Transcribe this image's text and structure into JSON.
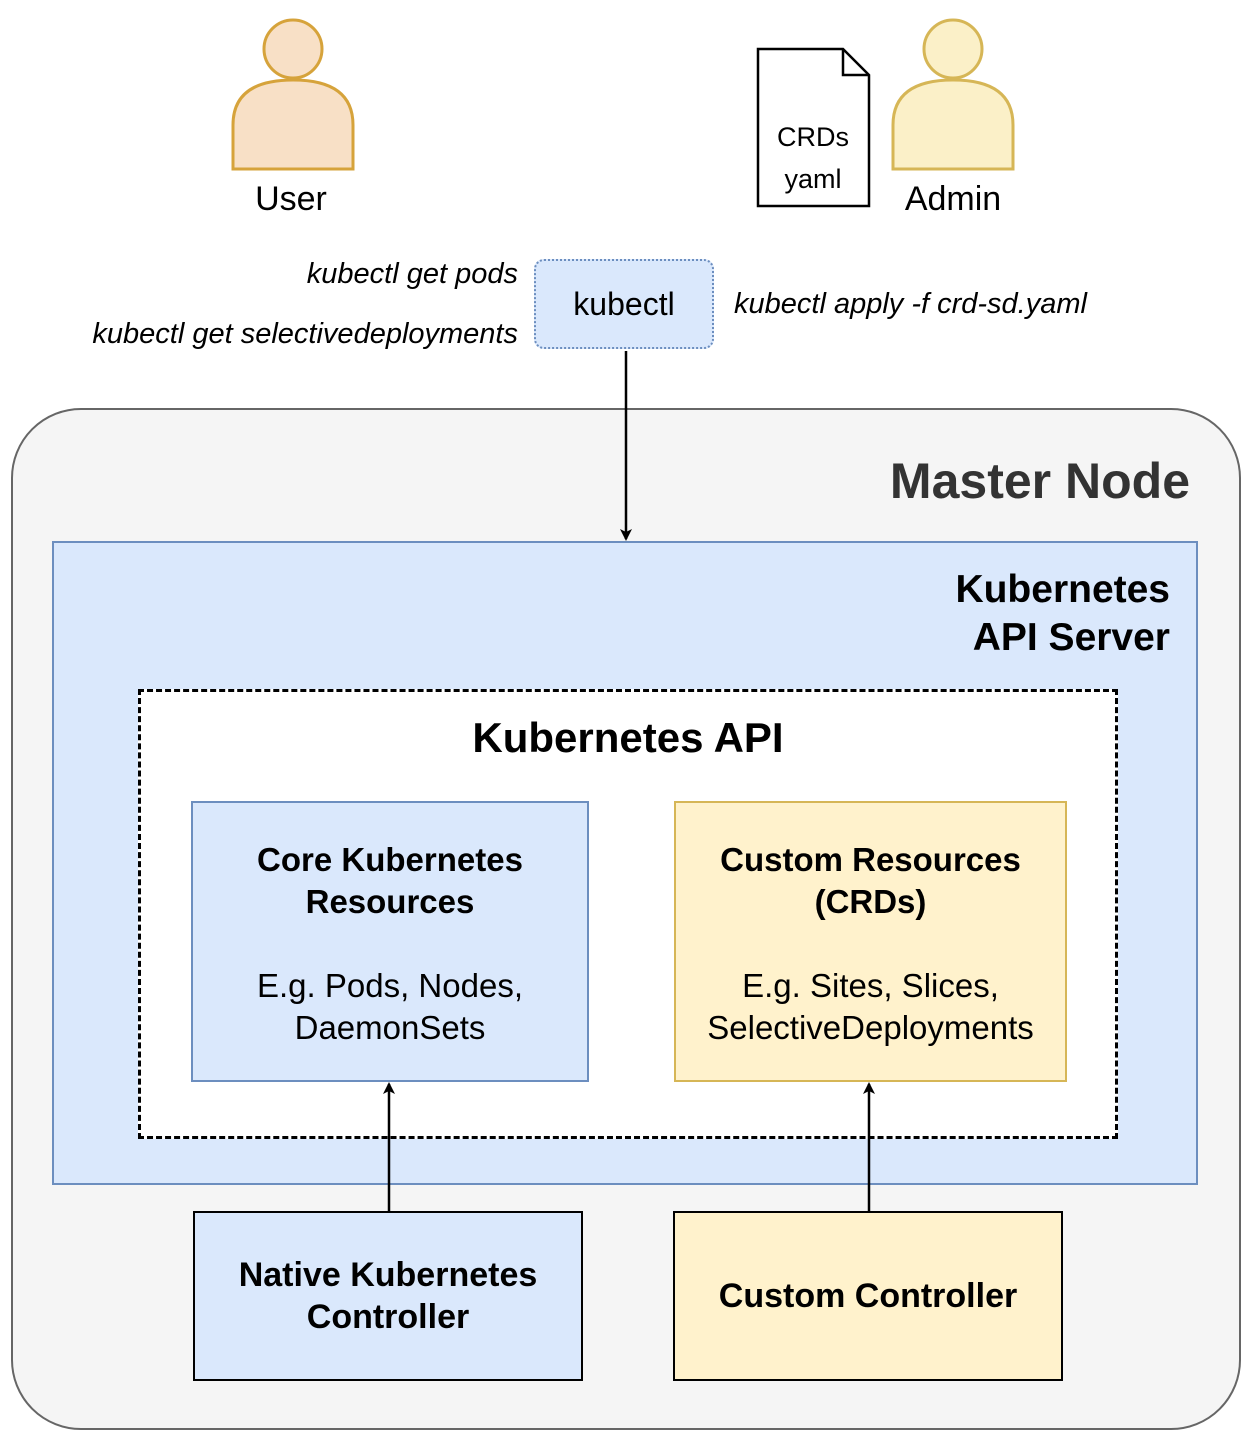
{
  "actors": {
    "user": {
      "label": "User",
      "fill": "#f8e0c6",
      "stroke": "#d6a33b"
    },
    "admin": {
      "label": "Admin",
      "fill": "#fbf0c8",
      "stroke": "#d6b656"
    }
  },
  "document": {
    "line1": "CRDs",
    "line2": "yaml"
  },
  "kubectl": {
    "label": "kubectl",
    "user_commands": [
      "kubectl get pods",
      "kubectl get selectivedeployments"
    ],
    "admin_command": "kubectl apply -f crd-sd.yaml"
  },
  "master_node": {
    "title": "Master Node"
  },
  "api_server": {
    "title_line1": "Kubernetes",
    "title_line2": "API Server"
  },
  "kubernetes_api": {
    "title": "Kubernetes API",
    "core": {
      "title_line1": "Core Kubernetes",
      "title_line2": "Resources",
      "examples_line1": "E.g. Pods, Nodes,",
      "examples_line2": "DaemonSets"
    },
    "custom": {
      "title_line1": "Custom Resources",
      "title_line2": "(CRDs)",
      "examples_line1": "E.g. Sites, Slices,",
      "examples_line2": "SelectiveDeployments"
    }
  },
  "controllers": {
    "native": {
      "line1": "Native Kubernetes",
      "line2": "Controller"
    },
    "custom": {
      "label": "Custom Controller"
    }
  },
  "colors": {
    "blue_fill": "#dae8fc",
    "blue_stroke": "#6c8ebf",
    "yellow_fill": "#fff2cc",
    "yellow_stroke": "#d6b656",
    "master_fill": "#f5f5f5",
    "master_stroke": "#666666"
  }
}
